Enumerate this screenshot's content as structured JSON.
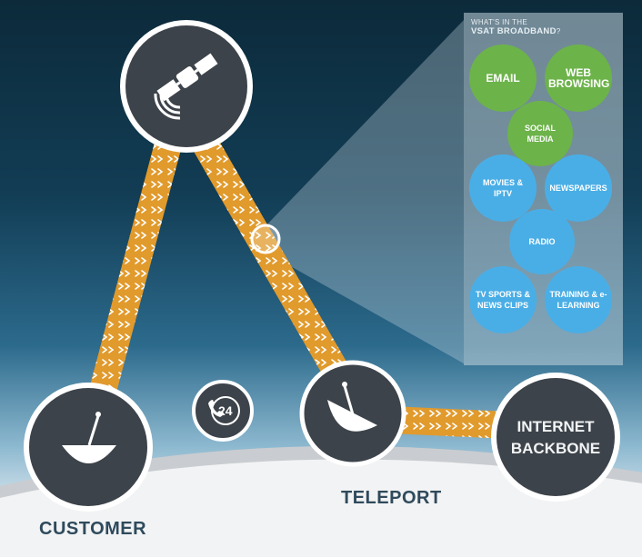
{
  "panel": {
    "title_line1": "WHAT'S IN THE",
    "title_line2": "VSAT BROADBAND",
    "title_mark": "?",
    "services": [
      {
        "label": "EMAIL",
        "color": "#6cb34a"
      },
      {
        "label": "WEB BROWSING",
        "color": "#6cb34a"
      },
      {
        "label": "SOCIAL MEDIA",
        "color": "#6cb34a"
      },
      {
        "label": "MOVIES & IPTV",
        "color": "#4aaee6"
      },
      {
        "label": "NEWSPAPERS",
        "color": "#4aaee6"
      },
      {
        "label": "RADIO",
        "color": "#4aaee6"
      },
      {
        "label": "TV SPORTS & NEWS CLIPS",
        "color": "#4aaee6"
      },
      {
        "label": "TRAINING & e-LEARNING",
        "color": "#4aaee6"
      }
    ]
  },
  "nodes": {
    "satellite": {
      "icon": "satellite-icon"
    },
    "customer": {
      "icon": "satellite-dish-icon",
      "label": "CUSTOMER"
    },
    "teleport": {
      "icon": "satellite-dish-icon",
      "label": "TELEPORT"
    },
    "backbone": {
      "label_line1": "INTERNET",
      "label_line2": "BACKBONE"
    },
    "support": {
      "icon": "phone-24-icon",
      "label": "24"
    }
  },
  "colors": {
    "node_fill": "#3d434a",
    "link": "#e19a2c",
    "accent_green": "#6cb34a",
    "accent_blue": "#4aaee6"
  }
}
